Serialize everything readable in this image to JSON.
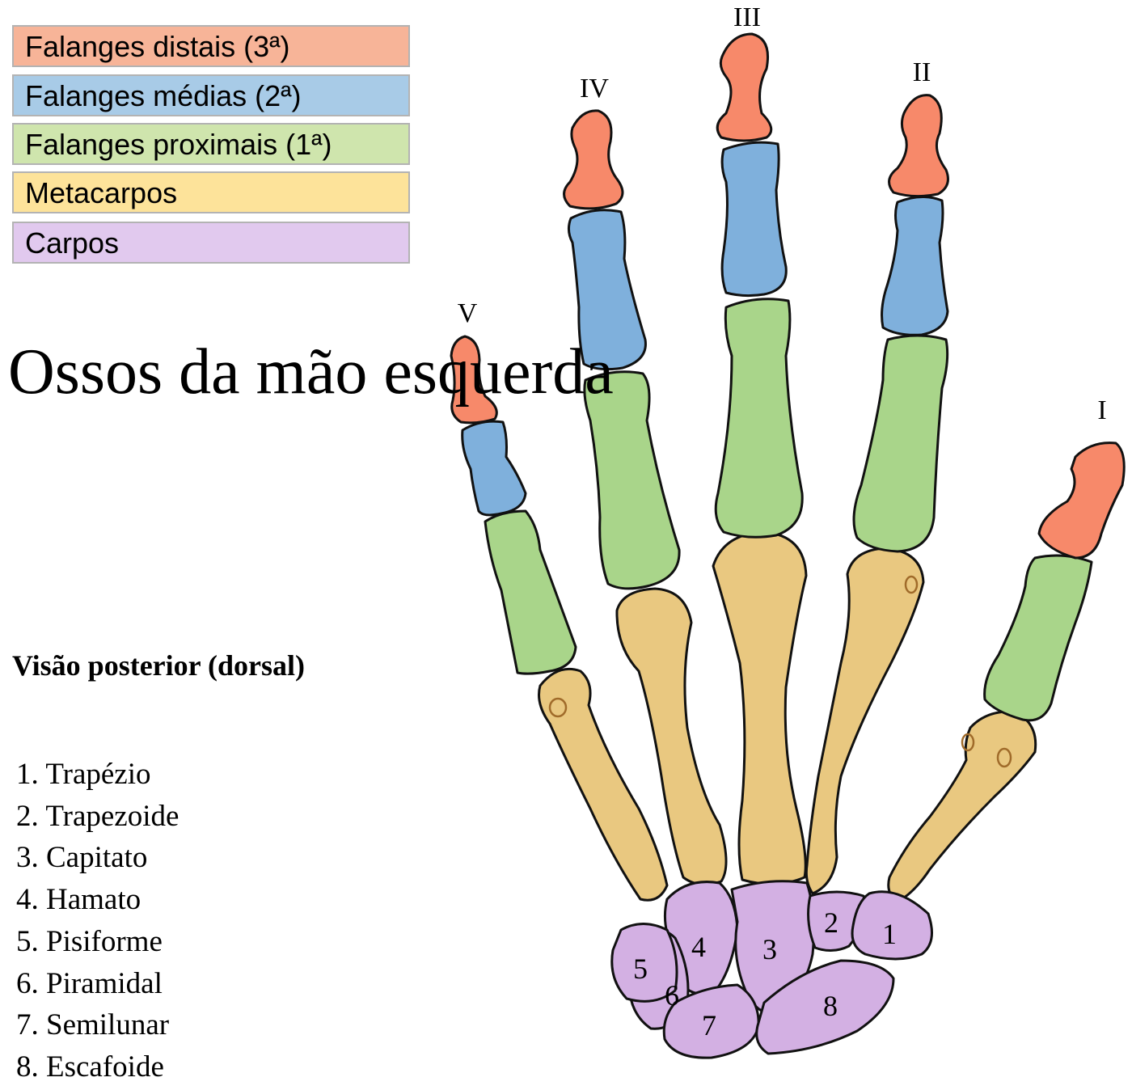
{
  "title": "Ossos da mão esquerda",
  "subtitle": "Visão posterior (dorsal)",
  "legend": [
    {
      "label": "Falanges distais (3ª)",
      "color": "#f7b498"
    },
    {
      "label": "Falanges médias (2ª)",
      "color": "#a8cbe7"
    },
    {
      "label": "Falanges proximais (1ª)",
      "color": "#cfe5ad"
    },
    {
      "label": "Metacarpos",
      "color": "#fde39a"
    },
    {
      "label": "Carpos",
      "color": "#e1c9ee"
    }
  ],
  "carpals": [
    {
      "number": "1.",
      "name": "Trapézio"
    },
    {
      "number": "2.",
      "name": "Trapezoide"
    },
    {
      "number": "3.",
      "name": "Capitato"
    },
    {
      "number": "4.",
      "name": "Hamato"
    },
    {
      "number": "5.",
      "name": "Pisiforme"
    },
    {
      "number": "6.",
      "name": "Piramidal"
    },
    {
      "number": "7.",
      "name": "Semilunar"
    },
    {
      "number": "8.",
      "name": "Escafoide"
    }
  ],
  "fingers": [
    "I",
    "II",
    "III",
    "IV",
    "V"
  ],
  "carpal_numbers": [
    "1",
    "2",
    "3",
    "4",
    "5",
    "6",
    "7",
    "8"
  ],
  "bone_colors": {
    "distal": "#f7896a",
    "middle": "#7fb0dc",
    "proximal": "#a9d58a",
    "metacarpal": "#e9c880",
    "carpal": "#d3b0e3",
    "outline": "#111111"
  }
}
